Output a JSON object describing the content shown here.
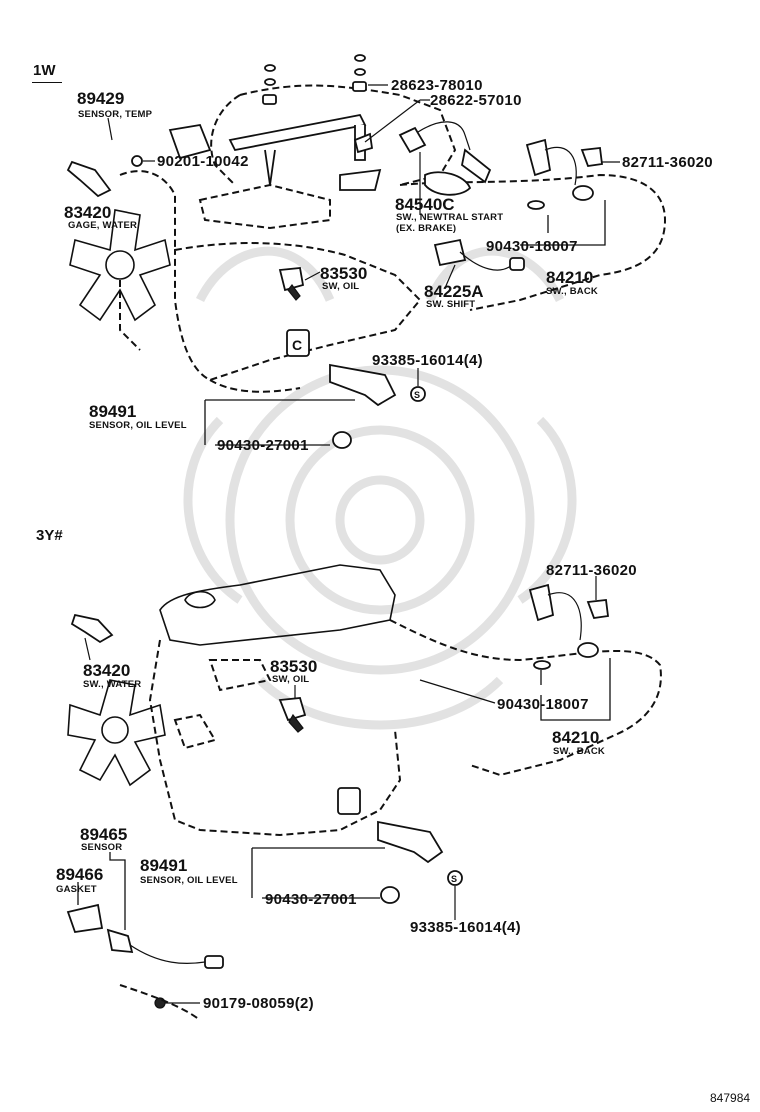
{
  "sections": {
    "top": "1W",
    "bottom": "3Y#"
  },
  "top_labels": {
    "p89429": "89429",
    "p89429_cap": "SENSOR, TEMP",
    "p90201": "90201-10042",
    "p83420": "83420",
    "p83420_cap": "GAGE, WATER",
    "p28623": "28623-78010",
    "p28622": "28622-57010",
    "p82711": "82711-36020",
    "p84540c": "84540C",
    "p84540c_cap1": "SW., NEWTRAL START",
    "p84540c_cap2": "(EX. BRAKE)",
    "p90430_18007": "90430-18007",
    "p83530": "83530",
    "p83530_cap": "SW, OIL",
    "p84210": "84210",
    "p84210_cap": "SW., BACK",
    "p84225a": "84225A",
    "p84225a_cap": "SW. SHIFT",
    "p93385": "93385-16014(4)",
    "p89491": "89491",
    "p89491_cap": "SENSOR, OIL LEVEL",
    "p90430_27001": "90430-27001"
  },
  "bottom_labels": {
    "p82711": "82711-36020",
    "p83420": "83420",
    "p83420_cap": "SW., WATER",
    "p83530": "83530",
    "p83530_cap": "SW, OIL",
    "p90430_18007": "90430-18007",
    "p84210": "84210",
    "p84210_cap": "SW., BACK",
    "p89465": "89465",
    "p89465_cap": "SENSOR",
    "p89466": "89466",
    "p89466_cap": "GASKET",
    "p89491": "89491",
    "p89491_cap": "SENSOR, OIL LEVEL",
    "p90430_27001": "90430-27001",
    "p93385": "93385-16014(4)",
    "p90179": "90179-08059(2)"
  },
  "reference_number": "847984"
}
